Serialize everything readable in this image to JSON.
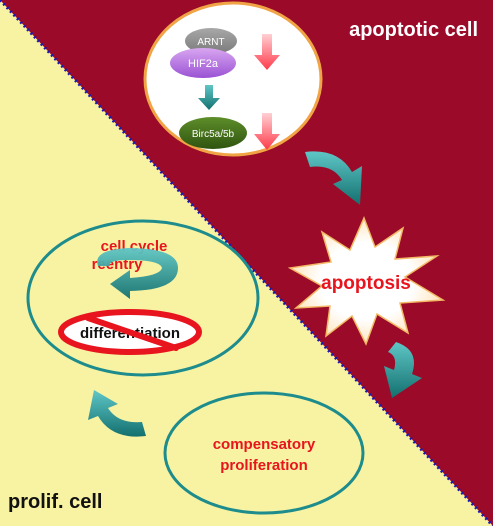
{
  "regions": {
    "apoptotic": {
      "label": "apoptotic cell",
      "color": "#9b0a28"
    },
    "proliferating": {
      "label": "prolif. cell",
      "color": "#f7f3a3"
    }
  },
  "pathway": {
    "arnt": "ARNT",
    "hif2a": "HIF2a",
    "birc": "Birc5a/5b",
    "down_arrow_color": "#ff4a5a"
  },
  "apoptosis_label": "apoptosis",
  "cell_cycle": {
    "line1": "cell cycle",
    "line2": "reentry"
  },
  "differentiation_label": "differentiation",
  "compensatory": {
    "line1": "compensatory",
    "line2": "proliferation"
  },
  "colors": {
    "teal": "#1e8c8c",
    "text_red": "#e8141e",
    "dotted_line": "#1a1ab0"
  }
}
